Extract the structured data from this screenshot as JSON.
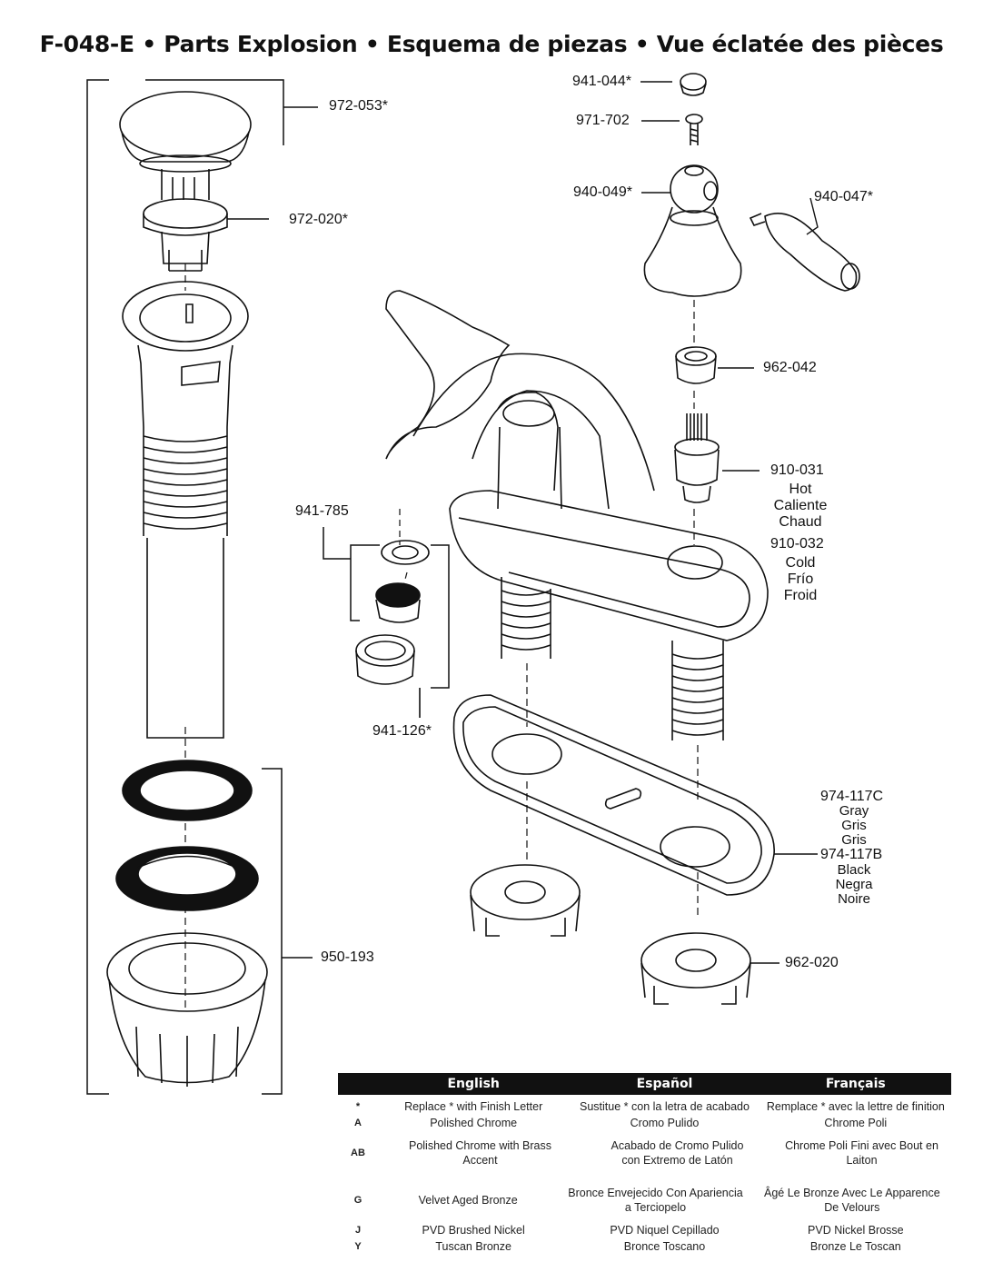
{
  "title": "F-048-E • Parts Explosion • Esquema de piezas • Vue éclatée des pièces",
  "parts": {
    "p972_053": "972-053*",
    "p972_020": "972-020*",
    "p941_044": "941-044*",
    "p971_702": "971-702",
    "p940_049": "940-049*",
    "p940_047": "940-047*",
    "p962_042": "962-042",
    "p910_031": "910-031",
    "hot": [
      "Hot",
      "Caliente",
      "Chaud"
    ],
    "p910_032": "910-032",
    "cold": [
      "Cold",
      "Frío",
      "Froid"
    ],
    "p941_785": "941-785",
    "p941_126": "941-126*",
    "p974_117C": "974-117C",
    "gray": [
      "Gray",
      "Gris",
      "Gris"
    ],
    "p974_117B": "974-117B",
    "black": [
      "Black",
      "Negra",
      "Noire"
    ],
    "p962_020": "962-020",
    "p950_193": "950-193"
  },
  "legend": {
    "headers": [
      "English",
      "Español",
      "Français"
    ],
    "rows": [
      {
        "code": "*",
        "en": "Replace * with Finish Letter",
        "es": "Sustitue * con la letra de acabado",
        "fr": "Remplace * avec la lettre de finition"
      },
      {
        "code": "A",
        "en": "Polished Chrome",
        "es": "Cromo Pulido",
        "fr": "Chrome Poli"
      },
      {
        "code": "AB",
        "en": "Polished Chrome with Brass Accent",
        "es": "Acabado de Cromo Pulido con Extremo de Latón",
        "fr": "Chrome Poli Fini avec Bout en Laiton"
      },
      {
        "code": "G",
        "en": "Velvet Aged Bronze",
        "es": "Bronce Envejecido Con Apariencia a Terciopelo",
        "fr": "Âgé Le Bronze Avec Le Apparence De Velours"
      },
      {
        "code": "J",
        "en": "PVD Brushed Nickel",
        "es": "PVD Niquel Cepillado",
        "fr": "PVD Nickel Brosse"
      },
      {
        "code": "Y",
        "en": "Tuscan Bronze",
        "es": "Bronce Toscano",
        "fr": "Bronze Le Toscan"
      }
    ]
  }
}
